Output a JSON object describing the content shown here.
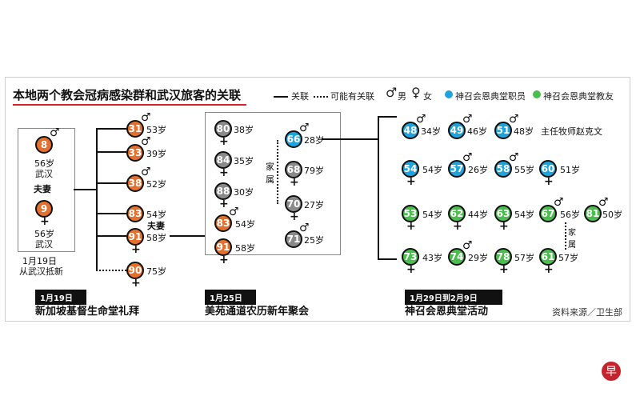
{
  "title": "本地两个教会冠病感染群和武汉旅客的关联",
  "legend": {
    "link_label": "关联",
    "possible_label": "可能有关联",
    "male_label": "男",
    "female_label": "女",
    "blue_label": "神召会恩典堂职员",
    "green_label": "神召会恩典堂教友"
  },
  "colors": {
    "orange": "#e3702c",
    "gray": "#8a8a8a",
    "blue": "#1fa3dc",
    "green": "#4bbd4e",
    "accent": "#d22"
  },
  "wuhan": {
    "p8": {
      "id": "8",
      "age": "56岁",
      "place": "武汉"
    },
    "p9": {
      "id": "9",
      "age": "56岁",
      "place": "武汉"
    },
    "couple": "夫妻",
    "arrival_date": "1月19日",
    "arrival_text": "从武汉抵新"
  },
  "group1": [
    {
      "id": "31",
      "age": "53岁"
    },
    {
      "id": "33",
      "age": "39岁"
    },
    {
      "id": "38",
      "age": "52岁"
    },
    {
      "id": "83",
      "age": "54岁"
    },
    {
      "id": "91",
      "age": "58岁"
    },
    {
      "id": "90",
      "age": "75岁"
    }
  ],
  "group1_couple": "夫妻",
  "group2": {
    "left": [
      {
        "id": "80",
        "age": "38岁"
      },
      {
        "id": "84",
        "age": "35岁"
      },
      {
        "id": "88",
        "age": "30岁"
      },
      {
        "id": "83",
        "age": "54岁"
      },
      {
        "id": "91",
        "age": "58岁"
      }
    ],
    "right": [
      {
        "id": "66",
        "age": "28岁"
      },
      {
        "id": "68",
        "age": "79岁"
      },
      {
        "id": "70",
        "age": "27岁"
      },
      {
        "id": "71",
        "age": "25岁"
      }
    ],
    "family": "家属"
  },
  "group3": {
    "row1": [
      {
        "id": "48",
        "age": "34岁"
      },
      {
        "id": "49",
        "age": "46岁"
      },
      {
        "id": "51",
        "age": "48岁"
      }
    ],
    "pastor": "主任牧师赵克文",
    "row2": [
      {
        "id": "54",
        "age": "54岁"
      },
      {
        "id": "57",
        "age": "26岁"
      },
      {
        "id": "58",
        "age": "55岁"
      },
      {
        "id": "60",
        "age": "51岁"
      }
    ],
    "row3": [
      {
        "id": "53",
        "age": "54岁"
      },
      {
        "id": "62",
        "age": "44岁"
      },
      {
        "id": "63",
        "age": "54岁"
      },
      {
        "id": "67",
        "age": "56岁"
      },
      {
        "id": "81",
        "age": "50岁"
      }
    ],
    "row4": [
      {
        "id": "73",
        "age": "43岁"
      },
      {
        "id": "74",
        "age": "29岁"
      },
      {
        "id": "78",
        "age": "57岁"
      },
      {
        "id": "61",
        "age": "57岁"
      }
    ],
    "family": "家属"
  },
  "events": [
    {
      "date": "1月19日",
      "title": "新加坡基督生命堂礼拜"
    },
    {
      "date": "1月25日",
      "title": "美苑通道农历新年聚会"
    },
    {
      "date": "1月29日到2月9日",
      "title": "神召会恩典堂活动"
    }
  ],
  "source": "资料来源／卫生部",
  "logo": "早"
}
